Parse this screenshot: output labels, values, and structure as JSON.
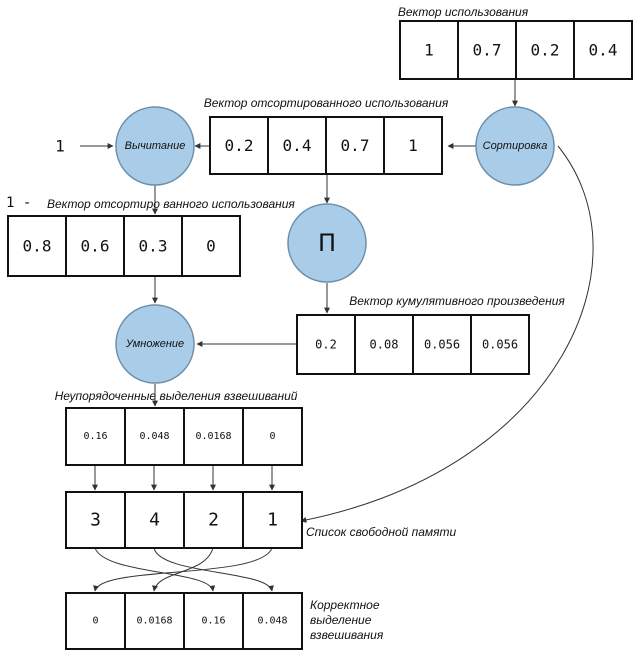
{
  "labels": {
    "usage": "Вектор использования",
    "sorted_usage": "Вектор отсортированного использования",
    "one_minus_prefix": "1 -",
    "one_minus_sorted": "Вектор отсортиро ванного использования",
    "cumprod": "Вектор кумулятивного произведения",
    "unordered": "Неупорядоченные выделения взвешиваний",
    "free_list": "Список свободной памяти",
    "correct_line1": "Корректное",
    "correct_line2": "выделение",
    "correct_line3": "взвешивания"
  },
  "ops": {
    "sort": "Сортировка",
    "subtract": "Вычитание",
    "product": "П",
    "multiply": "Умножение"
  },
  "input_one": "1",
  "vectors": {
    "usage": [
      "1",
      "0.7",
      "0.2",
      "0.4"
    ],
    "sorted_usage": [
      "0.2",
      "0.4",
      "0.7",
      "1"
    ],
    "one_minus": [
      "0.8",
      "0.6",
      "0.3",
      "0"
    ],
    "cumprod": [
      "0.2",
      "0.08",
      "0.056",
      "0.056"
    ],
    "unordered": [
      "0.16",
      "0.048",
      "0.0168",
      "0"
    ],
    "free_list": [
      "3",
      "4",
      "2",
      "1"
    ],
    "correct": [
      "0",
      "0.0168",
      "0.16",
      "0.048"
    ]
  }
}
